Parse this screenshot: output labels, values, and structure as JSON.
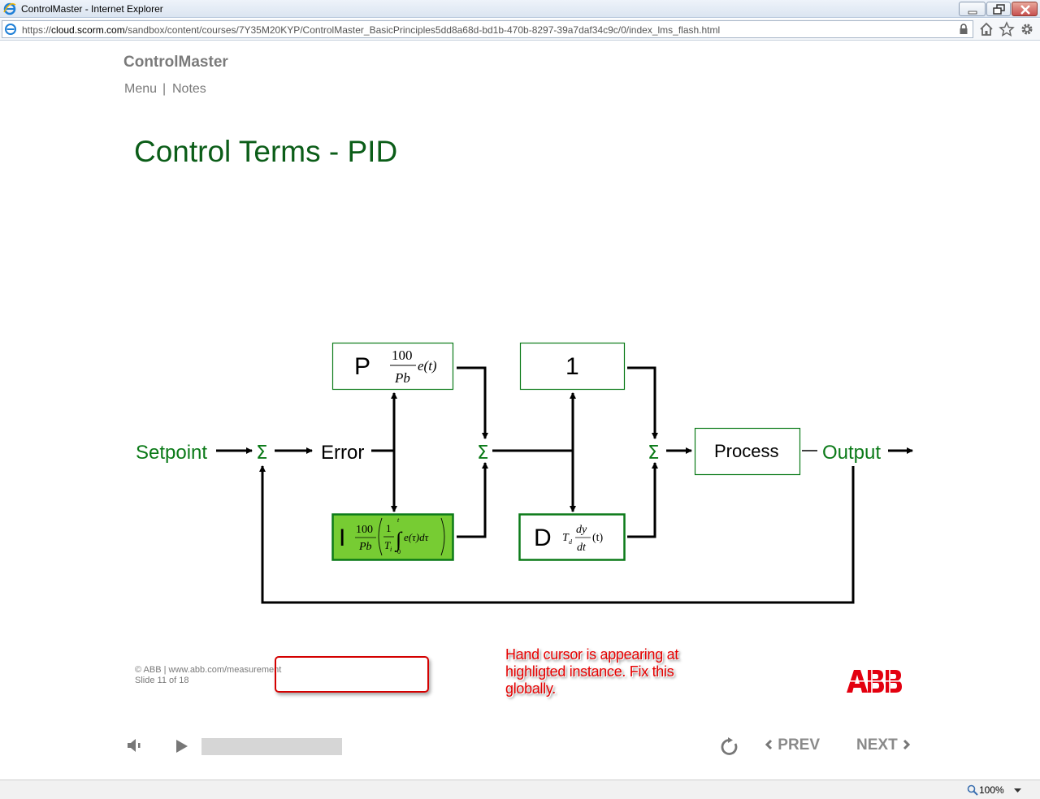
{
  "browser": {
    "window_title": "ControlMaster - Internet Explorer",
    "url_prefix": "https://",
    "url_domain": "cloud.scorm.com",
    "url_path": "/sandbox/content/courses/7Y35M20KYP/ControlMaster_BasicPrinciples5dd8a68d-bd1b-470b-8297-39a7daf34c9c/0/index_lms_flash.html",
    "zoom": "100%"
  },
  "course": {
    "app_name": "ControlMaster",
    "nav": {
      "menu": "Menu",
      "separator": "|",
      "notes": "Notes"
    }
  },
  "slide": {
    "title": "Control Terms - PID",
    "footer_line1": "© ABB | www.abb.com/measurement",
    "footer_line2": "Slide 11 of 18"
  },
  "diagram": {
    "setpoint": "Setpoint",
    "error": "Error",
    "output": "Output",
    "process": "Process",
    "sum_symbol": "Σ",
    "p_block": {
      "letter": "P",
      "numerator": "100",
      "denominator": "Pb",
      "term": "e(t)"
    },
    "one_block": {
      "letter": "1"
    },
    "i_block": {
      "letter": "I",
      "numerator": "100",
      "denominator": "Pb",
      "inner_num": "1",
      "inner_den": "T",
      "inner_den_sub": "i",
      "int_upper": "t",
      "int_lower": "0",
      "term": "e(τ)dτ",
      "highlighted": true,
      "highlight_color": "#77cc33"
    },
    "d_block": {
      "letter": "D",
      "coef": "T",
      "coef_sub": "d",
      "numerator": "dy",
      "denominator": "dt",
      "term": "(t)"
    },
    "colors": {
      "signal_label": "#0b7a18",
      "block_border": "#0b7a18",
      "wire": "#000000"
    }
  },
  "annotation": {
    "text": "Hand cursor is appearing at highligted instance. Fix this globally.",
    "color": "#e60000"
  },
  "player": {
    "volume_icon": "speaker-icon",
    "play_icon": "play-icon",
    "progress": 0,
    "replay_icon": "replay-icon",
    "prev_label": "PREV",
    "next_label": "NEXT"
  },
  "brand": {
    "logo": "ABB",
    "logo_color": "#e3000f"
  }
}
